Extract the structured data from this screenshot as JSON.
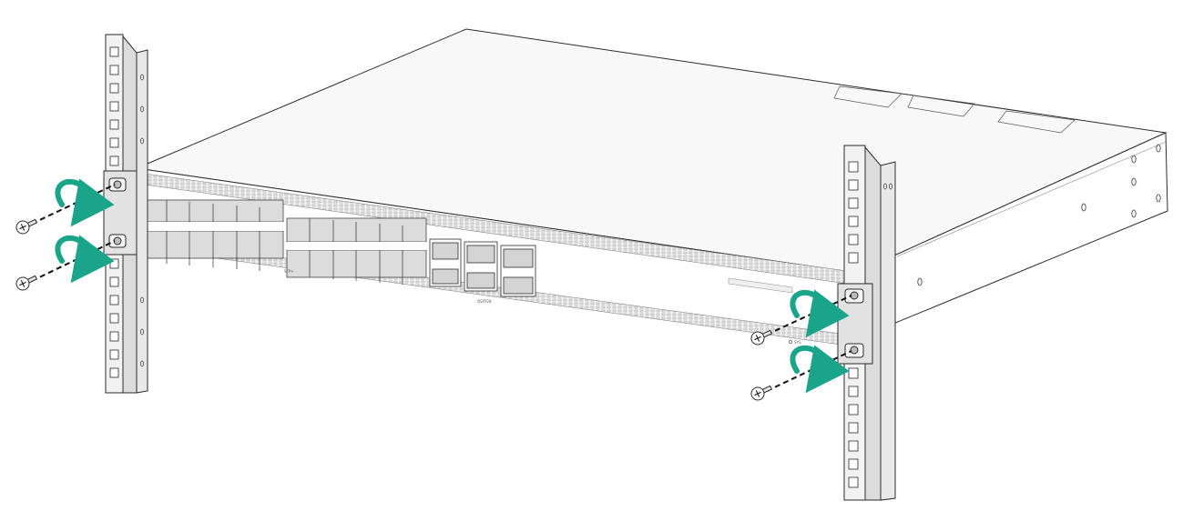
{
  "colors": {
    "line": "#2b2b2b",
    "chassis_top": "#f7f7f7",
    "rail": "#e6e6e6",
    "port": "#d4d4d4",
    "arrow": "#1aa58a"
  },
  "icons": {
    "rotation": "clockwise-rotation-arrow-icon",
    "screw": "screw-icon"
  },
  "labels": {
    "sfp_group": "SFP+",
    "qsfp_group": "QSFP28",
    "led_panel": "SYS"
  }
}
